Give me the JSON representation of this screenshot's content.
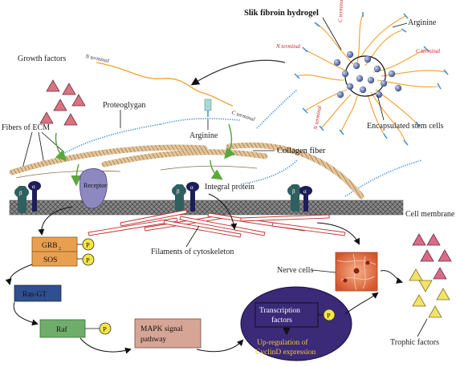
{
  "labels": {
    "silk_fibroin_hydrogel": "Slik fibroin hydrogel",
    "arginine_top": "Arginine",
    "arginine_mid": "Arginine",
    "growth_factors": "Growth factors",
    "proteoglycan": "Proteoglygan",
    "fibers_of_ecm": "Fibers of ECM",
    "collagen_fiber": "Collagen fiber",
    "encapsulated_stem_cells": "Encapsulated stem cells",
    "integral_protein": "Integral protein",
    "cell_membrane": "Cell membrane",
    "filaments_of_cytoskeleton": "Filaments of cytoskeleton",
    "nerve_cells": "Nerve cells",
    "trophic_factors": "Trophic factors",
    "receptor": "Receptor",
    "alpha": "α",
    "beta": "β"
  },
  "terminals": {
    "c_terminal": "C terminal",
    "n_terminal": "N terminal",
    "n_terminal_left": "N terminal",
    "c_terminal_mid": "C terminal"
  },
  "pathway": {
    "grb2": "GRB",
    "grb2_sub": "2",
    "sos": "SOS",
    "ras": "Ras-GT",
    "raf": "Raf",
    "mapk_line1": "MAPK signal",
    "mapk_line2": "pathway",
    "tf_line1": "Transcription",
    "tf_line2": "factors",
    "upreg_line1": "Up-regulation of",
    "upreg_line2": "CyclinD expression",
    "phospho": "P"
  },
  "colors": {
    "grb_sos_box": "#e8a050",
    "ras_box": "#2f4f8f",
    "raf_box": "#6fae6a",
    "mapk_box": "#d7a595",
    "nucleus": "#3a2a78",
    "phospho": "#f5e642",
    "growth_factor": "#d9737f",
    "trophic_pink": "#d86b86",
    "trophic_yellow": "#f1e36a",
    "green_arrow": "#5aa83c",
    "proteoglycan_blue": "#3a8fd6",
    "fibroin_orange": "#f0a030",
    "stem_cell": "#5a6fa8",
    "membrane": "#6a6a6a",
    "upreg_text": "#f5c542"
  }
}
